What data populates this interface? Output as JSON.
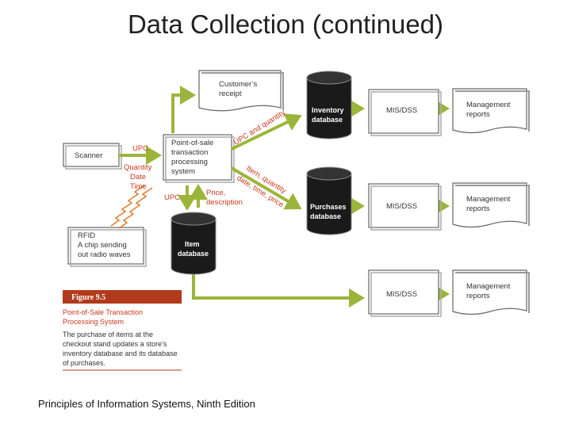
{
  "slide": {
    "title": "Data Collection (continued)",
    "footer": "Principles of Information Systems, Ninth Edition"
  },
  "diagram": {
    "receipt": [
      "Customer’s",
      "receipt"
    ],
    "scanner": "Scanner",
    "pos": [
      "Point-of-sale",
      "transaction",
      "processing",
      "system"
    ],
    "scanner_flow": [
      "UPC",
      "Quantity",
      "Date",
      "Time"
    ],
    "upc_label": "UPC",
    "price_label": [
      "Price,",
      "description"
    ],
    "upc_quantity": "UPC and quantity",
    "item_flow": [
      "Item, quantity",
      "date, time, price"
    ],
    "rfid": [
      "RFID",
      "A chip sending",
      "out radio waves"
    ],
    "databases": {
      "inventory": [
        "Inventory",
        "database"
      ],
      "purchases": [
        "Purchases",
        "database"
      ],
      "item": [
        "Item",
        "database"
      ]
    },
    "mis": [
      "MIS/DSS",
      "MIS/DSS",
      "MIS/DSS"
    ],
    "reports": [
      [
        "Management",
        "reports"
      ],
      [
        "Management",
        "reports"
      ],
      [
        "Management",
        "reports"
      ]
    ],
    "figure": {
      "number": "Figure 9.5",
      "title": [
        "Point-of-Sale Transaction",
        "Processing System"
      ],
      "text": [
        "The purchase of items at the",
        "checkout stand updates a store’s",
        "inventory database and its database",
        "of purchases."
      ]
    },
    "colors": {
      "accent_green": "#9bb53a",
      "label_red": "#c83a1e",
      "database": "#1a1a1a",
      "caption_red": "#b23a1c"
    }
  }
}
